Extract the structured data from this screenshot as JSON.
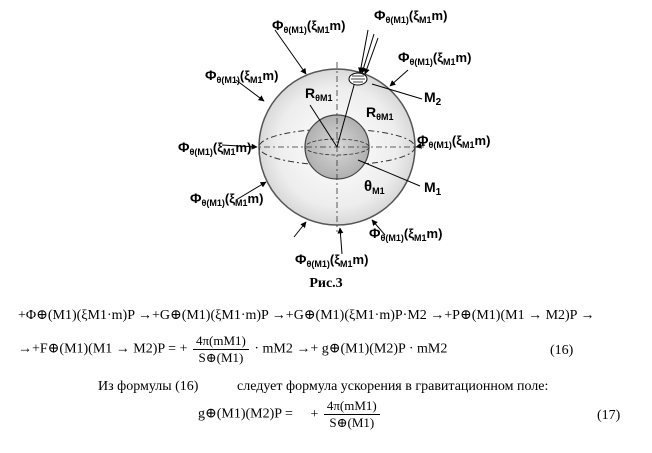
{
  "figure": {
    "caption": "Рис.3",
    "labels": {
      "phi": "Φ",
      "phi_sub": "θ(M1)",
      "phi_arg_open": "(ξ",
      "phi_arg_sub": "M1",
      "phi_arg_close": "m)",
      "r_big": "R",
      "r_big_sub": "θM1",
      "r_small": "R",
      "r_small_sub": "θM1",
      "m2": "M",
      "m2_sub": "2",
      "m1": "M",
      "m1_sub": "1",
      "theta": "θ",
      "theta_sub": "M1"
    }
  },
  "equation16": {
    "line1": "+Φ⊕(M1)(ξM1·m)P →+G⊕(M1)(ξM1·m)P →+G⊕(M1)(ξM1·m)P·M2 →+P⊕(M1)(M1 → M2)P →",
    "line2_a": "→+F⊕(M1)(M1 → M2)P = +",
    "frac_num": "4π(mM1)",
    "frac_den": "S⊕(M1)",
    "line2_b": "· mM2   →+ g⊕(M1)(M2)P · mM2",
    "number": "(16)"
  },
  "sentence": {
    "part1": "Из формулы (16)",
    "part2": "следует формула ускорения в гравитационном поле:"
  },
  "equation17": {
    "lhs": "g⊕(M1)(M2)P =",
    "sign": "+",
    "frac_num": "4π(mM1)",
    "frac_den": "S⊕(M1)",
    "number": "(17)"
  }
}
